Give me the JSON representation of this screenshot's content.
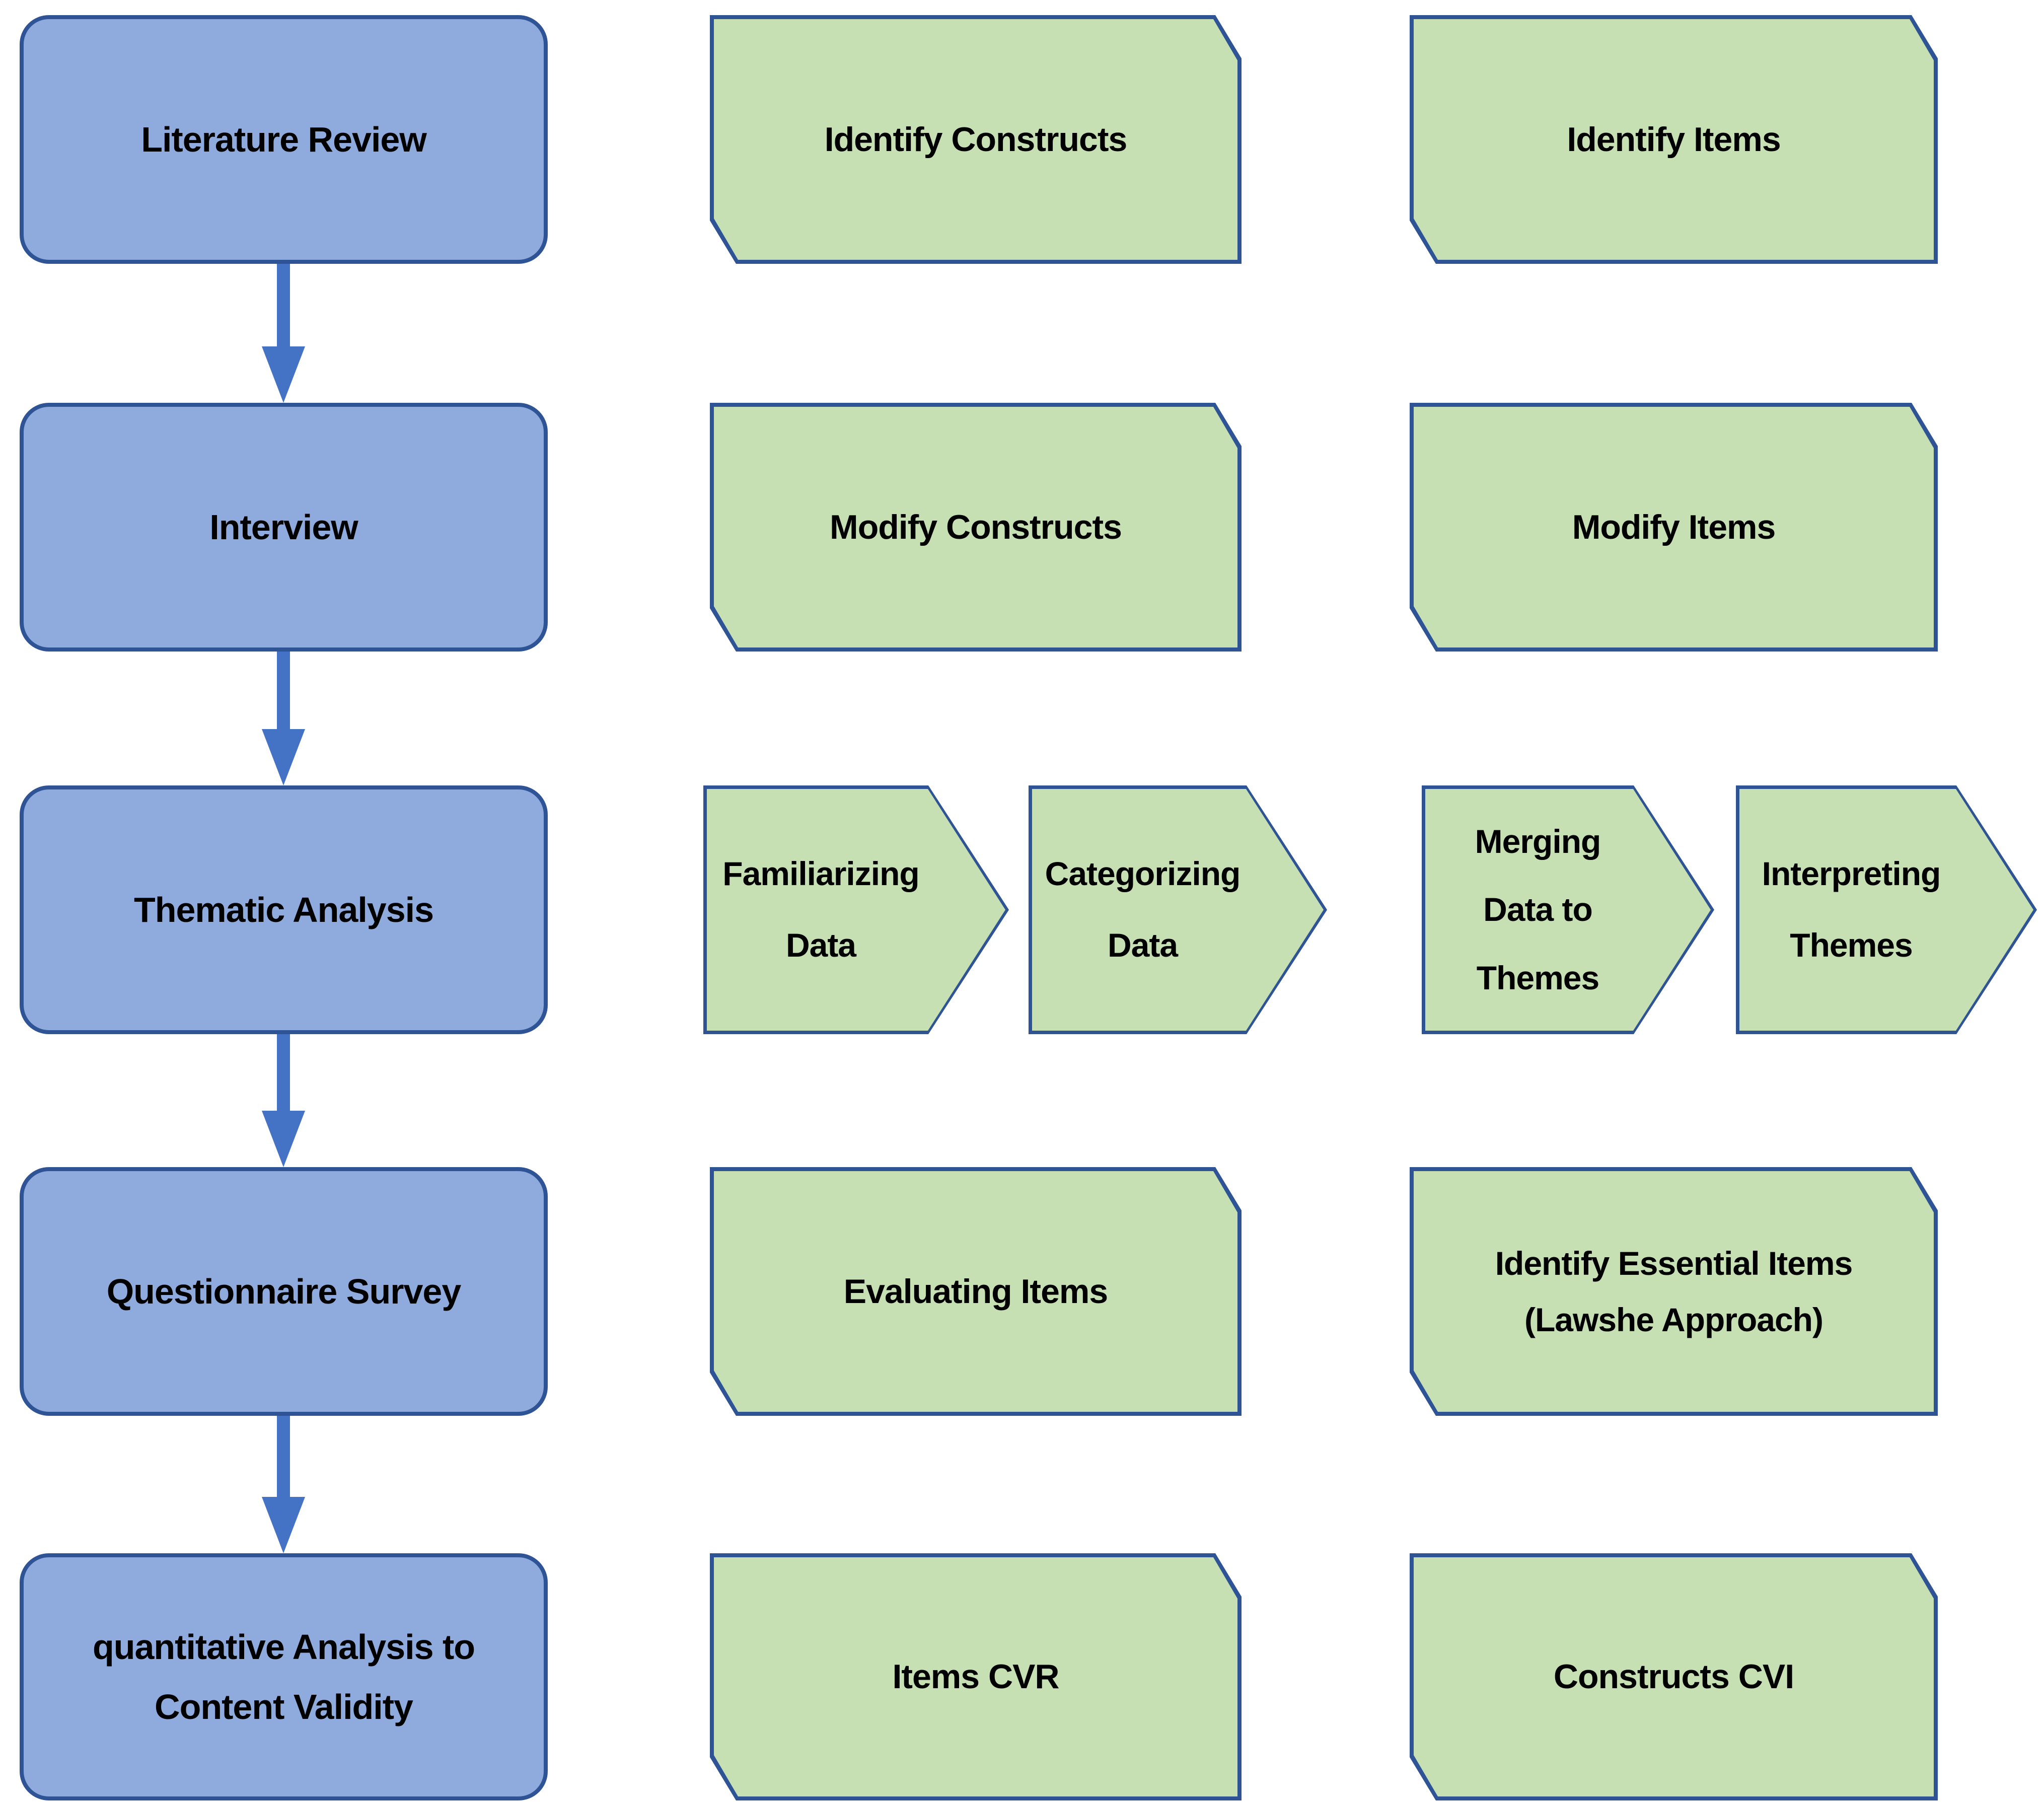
{
  "colors": {
    "stage_fill": "#8FAADC",
    "stage_border": "#2F5496",
    "step_fill": "#C6E0B4",
    "step_border": "#2F5496",
    "arrow": "#4472C4",
    "text": "#000000",
    "background": "#ffffff"
  },
  "flow": {
    "rows": [
      {
        "stage": {
          "lines": [
            "Literature Review"
          ]
        },
        "outputs": [
          {
            "shape": "snip-corner-box",
            "lines": [
              "Identify Constructs"
            ]
          },
          {
            "shape": "snip-corner-box",
            "lines": [
              "Identify Items"
            ]
          }
        ]
      },
      {
        "stage": {
          "lines": [
            "Interview"
          ]
        },
        "outputs": [
          {
            "shape": "snip-corner-box",
            "lines": [
              "Modify Constructs"
            ]
          },
          {
            "shape": "snip-corner-box",
            "lines": [
              "Modify Items"
            ]
          }
        ]
      },
      {
        "stage": {
          "lines": [
            "Thematic Analysis"
          ]
        },
        "outputs": [
          {
            "shape": "pentagon-arrow",
            "lines": [
              "Familiarizing",
              "Data"
            ]
          },
          {
            "shape": "pentagon-arrow",
            "lines": [
              "Categorizing",
              "Data"
            ]
          },
          {
            "shape": "pentagon-arrow",
            "lines": [
              "Merging",
              "Data to",
              "Themes"
            ]
          },
          {
            "shape": "pentagon-arrow",
            "lines": [
              "Interpreting",
              "Themes"
            ]
          }
        ]
      },
      {
        "stage": {
          "lines": [
            "Questionnaire Survey"
          ]
        },
        "outputs": [
          {
            "shape": "snip-corner-box",
            "lines": [
              "Evaluating Items"
            ]
          },
          {
            "shape": "snip-corner-box",
            "lines": [
              "Identify Essential Items",
              "(Lawshe Approach)"
            ]
          }
        ]
      },
      {
        "stage": {
          "lines": [
            "quantitative Analysis to",
            "Content Validity"
          ]
        },
        "outputs": [
          {
            "shape": "snip-corner-box",
            "lines": [
              "Items CVR"
            ]
          },
          {
            "shape": "snip-corner-box",
            "lines": [
              "Constructs CVI"
            ]
          }
        ]
      }
    ]
  }
}
